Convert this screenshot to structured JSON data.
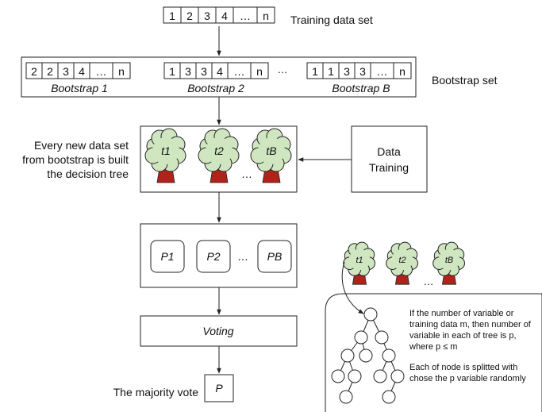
{
  "training_set": {
    "cells": [
      "1",
      "2",
      "3",
      "4",
      "…",
      "n"
    ],
    "label": "Training data set"
  },
  "bootstrap": {
    "samples": [
      {
        "cells": [
          "2",
          "2",
          "3",
          "4",
          "…",
          "n"
        ],
        "label": "Bootstrap 1"
      },
      {
        "cells": [
          "1",
          "3",
          "3",
          "4",
          "…",
          "n"
        ],
        "label": "Bootstrap 2"
      },
      {
        "cells": [
          "1",
          "1",
          "3",
          "3",
          "…",
          "n"
        ],
        "label": "Bootstrap B"
      }
    ],
    "between_ellipsis": "…",
    "label": "Bootstrap set"
  },
  "forest": {
    "trees": [
      "t1",
      "t2",
      "tB"
    ],
    "ellipsis": "…",
    "note_lines": [
      "Every new data set",
      "from bootstrap is built",
      "the decision tree"
    ]
  },
  "data_training": {
    "lines": [
      "Data",
      "Training"
    ]
  },
  "predictions": {
    "items": [
      "P1",
      "P2",
      "PB"
    ],
    "ellipsis": "…"
  },
  "voting": {
    "label": "Voting"
  },
  "result": {
    "label": "P",
    "caption": "The majority vote"
  },
  "detail": {
    "trees": [
      "t1",
      "t2",
      "tB"
    ],
    "ellipsis": "…",
    "para1_lines": [
      "If the number of variable or",
      "training data m, then number of",
      "variable in each of tree is p,",
      "where p ≤ m"
    ],
    "para2_lines": [
      "Each of node is splitted with",
      "chose the p variable randomly"
    ]
  },
  "colors": {
    "crown": "#cfe6c0",
    "trunk": "#b0221a",
    "line": "#222222"
  }
}
